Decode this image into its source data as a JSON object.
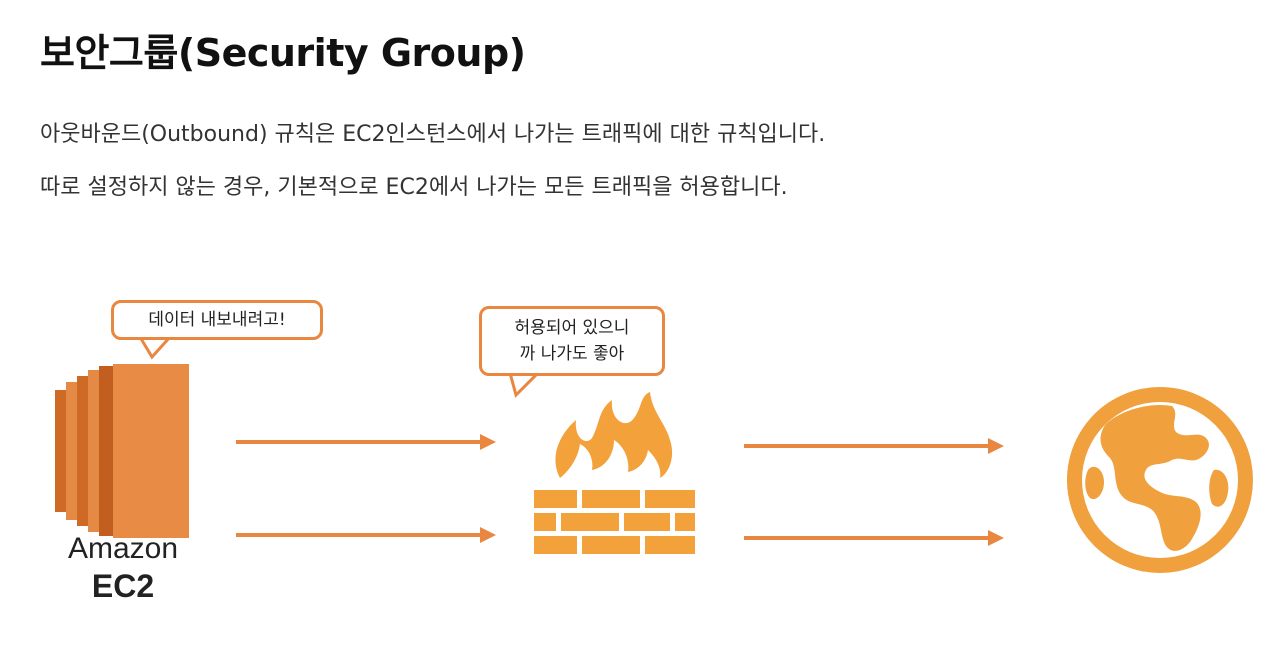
{
  "title": "보안그룹(Security Group)",
  "description": [
    "아웃바운드(Outbound) 규칙은 EC2인스턴스에서 나가는 트래픽에 대한 규칙입니다.",
    "따로 설정하지 않는 경우, 기본적으로 EC2에서 나가는 모든 트래픽을 허용합니다."
  ],
  "ec2": {
    "speech": "데이터 내보내려고!",
    "label_top": "Amazon",
    "label_bottom": "EC2",
    "icon": "amazon-ec2-icon"
  },
  "firewall": {
    "speech_lines": [
      "허용되어 있으니",
      "까 나가도 좋아"
    ],
    "icon": "firewall-icon"
  },
  "internet": {
    "icon": "globe-icon"
  },
  "colors": {
    "accent": "#e9863f",
    "flame": "#f3a13b",
    "globe": "#f0a03c"
  }
}
